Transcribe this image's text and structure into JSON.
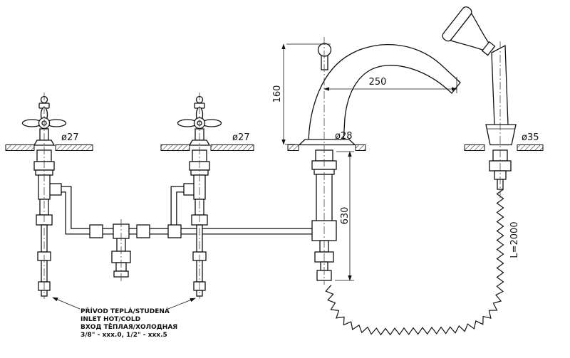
{
  "drawing": {
    "dims": {
      "valve_left_diameter": "ø27",
      "valve_right_diameter": "ø27",
      "spout_diameter": "ø28",
      "shower_diameter": "ø35",
      "spout_height": "160",
      "spout_reach": "250",
      "below_deck_depth": "630",
      "hose_length": "L=2000"
    },
    "notes": {
      "inlet_cz": "PŘÍVOD TEPLÁ/STUDENÁ",
      "inlet_en": "INLET HOT/COLD",
      "inlet_ru": "ВХОД ТЁПЛАЯ/ХОЛОДНАЯ",
      "inlet_sizes": "3/8\" - xxx.0, 1/2\" - xxx.5"
    }
  }
}
